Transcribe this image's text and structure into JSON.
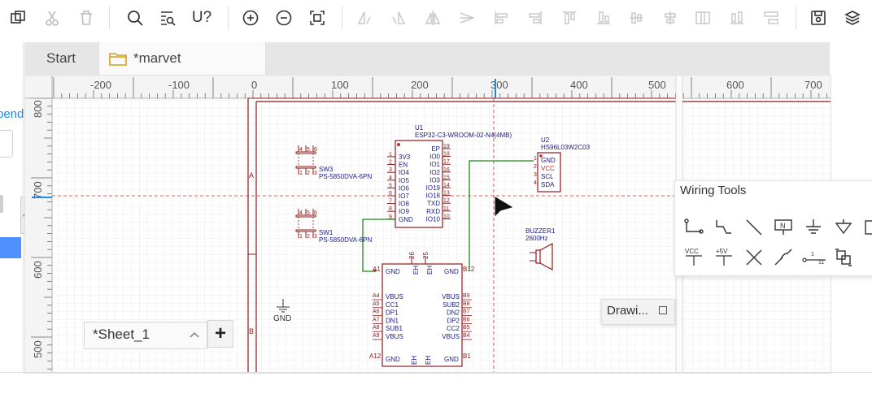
{
  "toolbar": {
    "icons": [
      "duplicate-icon",
      "cut-icon",
      "delete-icon",
      "search-icon",
      "find-replace-icon",
      "unknown-icon",
      "zoom-in-icon",
      "zoom-out-icon",
      "zoom-fit-icon",
      "rotate-left-icon",
      "rotate-right-icon",
      "flip-horizontal-icon",
      "flip-vertical-icon",
      "align-left-icon",
      "align-right-icon",
      "align-top-icon",
      "align-bottom-icon",
      "align-center-h-icon",
      "align-center-v-icon",
      "distribute-h-icon",
      "distribute-v-icon",
      "distribute-icon",
      "save-icon",
      "layers-icon"
    ],
    "unknown_label": "U?"
  },
  "left_panel": {
    "partial_label": "pend"
  },
  "tabs": [
    {
      "label": "Start",
      "active": false
    },
    {
      "label": "*marvet",
      "active": true
    }
  ],
  "ruler": {
    "top_labels": [
      "-200",
      "-100",
      "0",
      "100",
      "200",
      "300",
      "400",
      "500",
      "600",
      "700"
    ],
    "left_labels": [
      "800",
      "700",
      "600",
      "500"
    ]
  },
  "frame_markers": [
    "A",
    "B"
  ],
  "schematic": {
    "u1": {
      "ref": "U1",
      "part": "ESP32-C3-WROOM-02-N4(4MB)",
      "left_pins": [
        "3V3",
        "EN",
        "IO4",
        "IO5",
        "IO6",
        "IO7",
        "IO8",
        "IO9",
        "GND"
      ],
      "left_nums": [
        "1",
        "2",
        "3",
        "4",
        "5",
        "6",
        "7",
        "8",
        "9"
      ],
      "right_pins": [
        "EP",
        "IO0",
        "IO1",
        "IO2",
        "IO3",
        "IO19",
        "IO18",
        "TXD",
        "RXD",
        "IO10"
      ],
      "right_nums": [
        "19",
        "18",
        "17",
        "16",
        "15",
        "14",
        "13",
        "12",
        "11",
        "10"
      ]
    },
    "u2": {
      "ref": "U2",
      "part": "HS96L03W2C03",
      "pins": [
        "GND",
        "VCC",
        "SCL",
        "SDA"
      ],
      "nums": [
        "1",
        "2",
        "3",
        "4"
      ]
    },
    "sw3": {
      "ref": "SW3",
      "part": "PS-5850DVA-6PN"
    },
    "sw1": {
      "ref": "SW1",
      "part": "PS-5850DVA-6PN"
    },
    "sw_pins_top": [
      "4",
      "5",
      "6"
    ],
    "sw_pins_bottom": [
      "1",
      "2",
      "3"
    ],
    "buzzer": {
      "ref": "BUZZER1",
      "part": "2600Hz"
    },
    "gnd_label": "GND",
    "usb": {
      "top_left": "GND",
      "top_right": "GND",
      "bottom_left": "GND",
      "bottom_right": "GND",
      "eh": "EH",
      "top_nums": [
        "26",
        "25"
      ],
      "top_corner_left": "A1",
      "top_corner_right": "B12",
      "bottom_corner_left": "A12",
      "bottom_corner_right": "B1",
      "left_pins": [
        "VBUS",
        "CC1",
        "DP1",
        "DN1",
        "SUB1",
        "VBUS"
      ],
      "left_nums": [
        "A4",
        "A5",
        "A6",
        "A7",
        "A8",
        "A9"
      ],
      "right_pins": [
        "VBUS",
        "SUB2",
        "DN2",
        "DP2",
        "CC2",
        "VBUS"
      ],
      "right_nums": [
        "B9",
        "B8",
        "B7",
        "B6",
        "B5",
        "B4"
      ]
    }
  },
  "wiring_tools": {
    "title": "Wiring Tools",
    "icons": [
      "wire-icon",
      "bus-icon",
      "line-icon",
      "net-label-icon",
      "ground-icon",
      "net-flag-icon",
      "extra-icon",
      "vcc-icon",
      "plus5v-icon",
      "no-connect-icon",
      "bus-entry-icon",
      "pin-number-icon",
      "net-port-icon"
    ],
    "vcc_label": "VCC",
    "plus5v_label": "+5V",
    "pin_label": "11"
  },
  "drawing_panel": {
    "label": "Drawi..."
  },
  "sheet": {
    "name": "*Sheet_1",
    "add_label": "+"
  },
  "colors": {
    "schematic": "#8b1a1a",
    "pin_text": "#1a1a8b",
    "wire": "#1a8b1a",
    "grid": "#e8e8e8",
    "ruler_bg": "#f4f4f4",
    "crosshair": "#c62828",
    "accent": "#1e88e5"
  }
}
